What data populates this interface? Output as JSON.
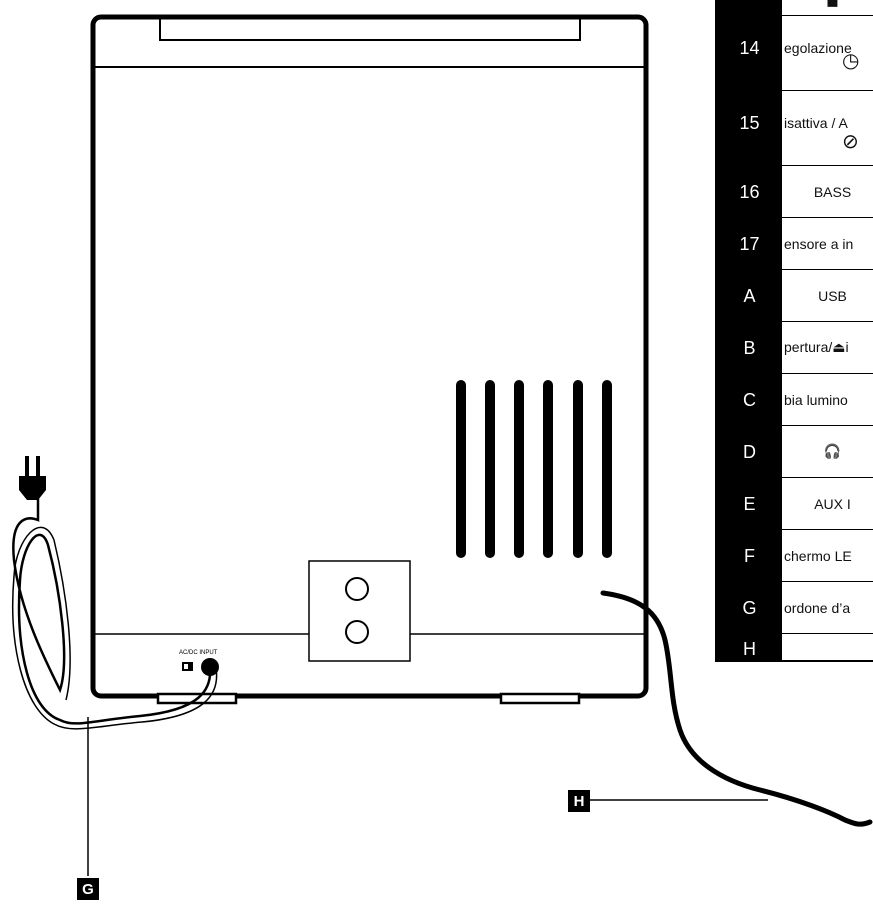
{
  "device": {
    "rear_panel_label": "AC/DC INPUT",
    "power_symbol": "◧"
  },
  "callouts": [
    {
      "id": "power-cord",
      "tag": "G"
    },
    {
      "id": "antenna",
      "tag": "H"
    }
  ],
  "legend": {
    "rows": [
      {
        "num": "",
        "desc": "▀",
        "align": "center"
      },
      {
        "num": "14",
        "desc": "egolazione",
        "icon": "◷"
      },
      {
        "num": "15",
        "desc": "isattiva / A",
        "icon": "⊘"
      },
      {
        "num": "16",
        "desc": "BASS",
        "align": "center"
      },
      {
        "num": "17",
        "desc": "ensore a in"
      },
      {
        "num": "A",
        "desc": "USB",
        "align": "center"
      },
      {
        "num": "B",
        "desc": "pertura/⏏i"
      },
      {
        "num": "C",
        "desc": "bia lumino"
      },
      {
        "num": "D",
        "desc": "🎧",
        "align": "center"
      },
      {
        "num": "E",
        "desc": "AUX I",
        "align": "center"
      },
      {
        "num": "F",
        "desc": "chermo LE"
      },
      {
        "num": "G",
        "desc": "ordone d’a"
      },
      {
        "num": "H",
        "desc": ""
      }
    ]
  },
  "colors": {
    "line": "#000000",
    "background": "#ffffff",
    "tag_bg": "#000000",
    "tag_text": "#ffffff"
  }
}
